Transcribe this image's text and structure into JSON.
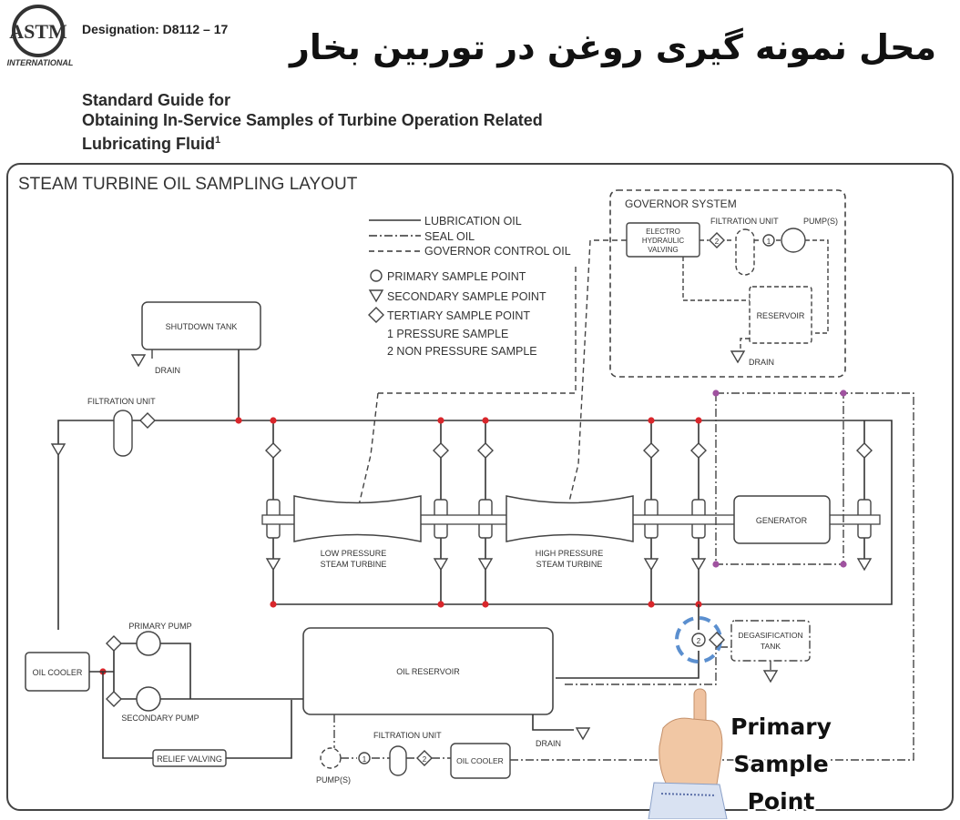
{
  "header": {
    "designation": "Designation: D8112 – 17",
    "persian_title": "محل نمونه گیری روغن در توربین بخار",
    "title_line1": "Standard Guide for",
    "title_line2": "Obtaining In-Service Samples of Turbine Operation Related",
    "title_line3": "Lubricating Fluid",
    "title_sup": "1",
    "logo_text": "INTERNATIONAL"
  },
  "diagram": {
    "title": "STEAM TURBINE OIL SAMPLING LAYOUT",
    "legend": {
      "lubrication_oil": "LUBRICATION OIL",
      "seal_oil": "SEAL OIL",
      "governor_control_oil": "GOVERNOR CONTROL OIL",
      "primary": "PRIMARY SAMPLE POINT",
      "secondary": "SECONDARY SAMPLE POINT",
      "tertiary": "TERTIARY SAMPLE POINT",
      "pressure": "1 PRESSURE SAMPLE",
      "non_pressure": "2 NON PRESSURE SAMPLE"
    },
    "governor": {
      "title": "GOVERNOR SYSTEM",
      "valving_line1": "ELECTRO",
      "valving_line2": "HYDRAULIC",
      "valving_line3": "VALVING",
      "filtration": "FILTRATION UNIT",
      "pumps": "PUMP(S)",
      "reservoir": "RESERVOIR",
      "drain": "DRAIN"
    },
    "shutdown_tank": "SHUTDOWN TANK",
    "drain": "DRAIN",
    "filtration_unit": "FILTRATION UNIT",
    "lp_turbine_line1": "LOW PRESSURE",
    "lp_turbine_line2": "STEAM TURBINE",
    "hp_turbine_line1": "HIGH PRESSURE",
    "hp_turbine_line2": "STEAM TURBINE",
    "generator": "GENERATOR",
    "degas_line1": "DEGASIFICATION",
    "degas_line2": "TANK",
    "oil_reservoir": "OIL RESERVOIR",
    "oil_cooler": "OIL COOLER",
    "primary_pump": "PRIMARY PUMP",
    "secondary_pump": "SECONDARY PUMP",
    "relief_valving": "RELIEF VALVING",
    "pumps": "PUMP(S)",
    "sample_num_1": "1",
    "sample_num_2": "2"
  },
  "callout": {
    "line1": "Primary",
    "line2": "Sample",
    "line3": "Point"
  },
  "colors": {
    "accent_red": "#d9262b",
    "accent_purple": "#a052a0",
    "callout_blue": "#5b8fcf",
    "line": "#3a3a3a"
  }
}
